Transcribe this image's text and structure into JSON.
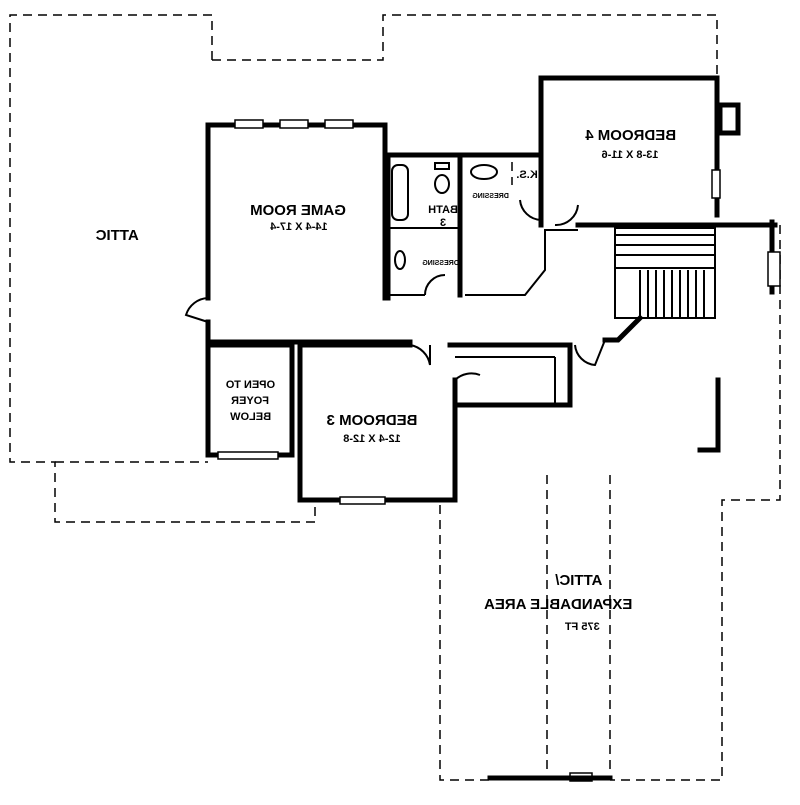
{
  "plan": {
    "mirrored": true,
    "rooms": {
      "attic_left": {
        "name": "ATTIC"
      },
      "game_room": {
        "name": "GAME ROOM",
        "size": "14-4 X 17-4"
      },
      "bedroom4": {
        "name": "BEDROOM 4",
        "size": "13-8 X 11-6"
      },
      "ks": {
        "name": "K.S."
      },
      "dressing_top": {
        "name": "DRESSING"
      },
      "bath3": {
        "name": "BATH",
        "number": "3"
      },
      "dressing_left": {
        "name": "DRESSING"
      },
      "open_foyer": {
        "line1": "OPEN TO",
        "line2": "FOYER",
        "line3": "BELOW"
      },
      "bedroom3": {
        "name": "BEDROOM 3",
        "size": "12-4 X 12-8"
      },
      "attic_expandable": {
        "line1": "ATTIC/",
        "line2": "EXPANDABLE AREA",
        "line3": "375 FT"
      }
    }
  }
}
